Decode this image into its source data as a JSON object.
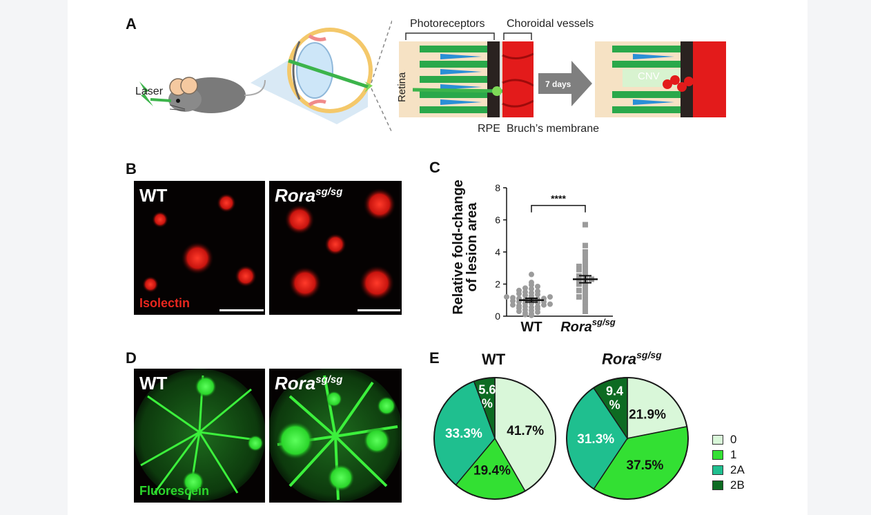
{
  "panels": {
    "a": {
      "letter": "A",
      "laser_label": "Laser",
      "photoreceptors_label": "Photoreceptors",
      "choroidal_label": "Choroidal vessels",
      "retina_label": "Retina",
      "rpe_label": "RPE",
      "bruch_label": "Bruch’s membrane",
      "days_label": "7 days",
      "cnv_label": "CNV"
    },
    "b": {
      "letter": "B",
      "wt_label": "WT",
      "mutant_base": "Rora",
      "mutant_sup": "sg/sg",
      "stain_label": "Isolectin",
      "stain_color": "#e8261e"
    },
    "d": {
      "letter": "D",
      "wt_label": "WT",
      "mutant_base": "Rora",
      "mutant_sup": "sg/sg",
      "stain_label": "Fluorescein",
      "stain_color": "#2bd62b"
    },
    "c": {
      "letter": "C"
    },
    "e": {
      "letter": "E"
    }
  },
  "chart_data": [
    {
      "type": "scatter",
      "ylabel_line1": "Relative fold-change",
      "ylabel_line2": "of lesion area",
      "ylim": [
        0,
        8
      ],
      "yticks": [
        0,
        2,
        4,
        6,
        8
      ],
      "groups": [
        {
          "label": "WT",
          "marker": "circle",
          "color": "#9b9b9b",
          "mean": 1.0,
          "sem": 0.12,
          "values": [
            0.05,
            0.1,
            0.15,
            0.2,
            0.25,
            0.3,
            0.35,
            0.4,
            0.45,
            0.5,
            0.55,
            0.6,
            0.6,
            0.65,
            0.7,
            0.7,
            0.75,
            0.8,
            0.8,
            0.85,
            0.9,
            0.9,
            0.95,
            1.0,
            1.0,
            1.05,
            1.1,
            1.1,
            1.15,
            1.2,
            1.2,
            1.25,
            1.3,
            1.35,
            1.4,
            1.45,
            1.5,
            1.55,
            1.6,
            1.7,
            1.75,
            1.85,
            1.95,
            2.1,
            2.6
          ]
        },
        {
          "label_base": "Rora",
          "label_sup": "sg/sg",
          "marker": "square",
          "color": "#9b9b9b",
          "mean": 2.3,
          "sem": 0.22,
          "values": [
            0.3,
            0.5,
            0.7,
            0.9,
            1.0,
            1.2,
            1.3,
            1.5,
            1.6,
            1.8,
            1.9,
            2.0,
            2.1,
            2.2,
            2.3,
            2.4,
            2.5,
            2.7,
            2.8,
            2.9,
            3.0,
            3.1,
            3.3,
            3.5,
            3.7,
            4.0,
            4.4,
            5.7
          ]
        }
      ],
      "significance": "****"
    },
    {
      "type": "pie",
      "title": "WT",
      "slices": [
        {
          "category": "0",
          "value": 41.7,
          "label": "41.7%"
        },
        {
          "category": "1",
          "value": 19.4,
          "label": "19.4%"
        },
        {
          "category": "2A",
          "value": 33.3,
          "label": "33.3%"
        },
        {
          "category": "2B",
          "value": 5.6,
          "label_line1": "5.6",
          "label_line2": "%"
        }
      ]
    },
    {
      "type": "pie",
      "title_base": "Rora",
      "title_sup": "sg/sg",
      "slices": [
        {
          "category": "0",
          "value": 21.9,
          "label": "21.9%"
        },
        {
          "category": "1",
          "value": 37.5,
          "label": "37.5%"
        },
        {
          "category": "2A",
          "value": 31.3,
          "label": "31.3%"
        },
        {
          "category": "2B",
          "value": 9.4,
          "label_line1": "9.4",
          "label_line2": "%"
        }
      ]
    }
  ],
  "legend": [
    {
      "label": "0",
      "color": "#d9f7d9"
    },
    {
      "label": "1",
      "color": "#33e033"
    },
    {
      "label": "2A",
      "color": "#1fbf8f"
    },
    {
      "label": "2B",
      "color": "#0d6b22"
    }
  ]
}
